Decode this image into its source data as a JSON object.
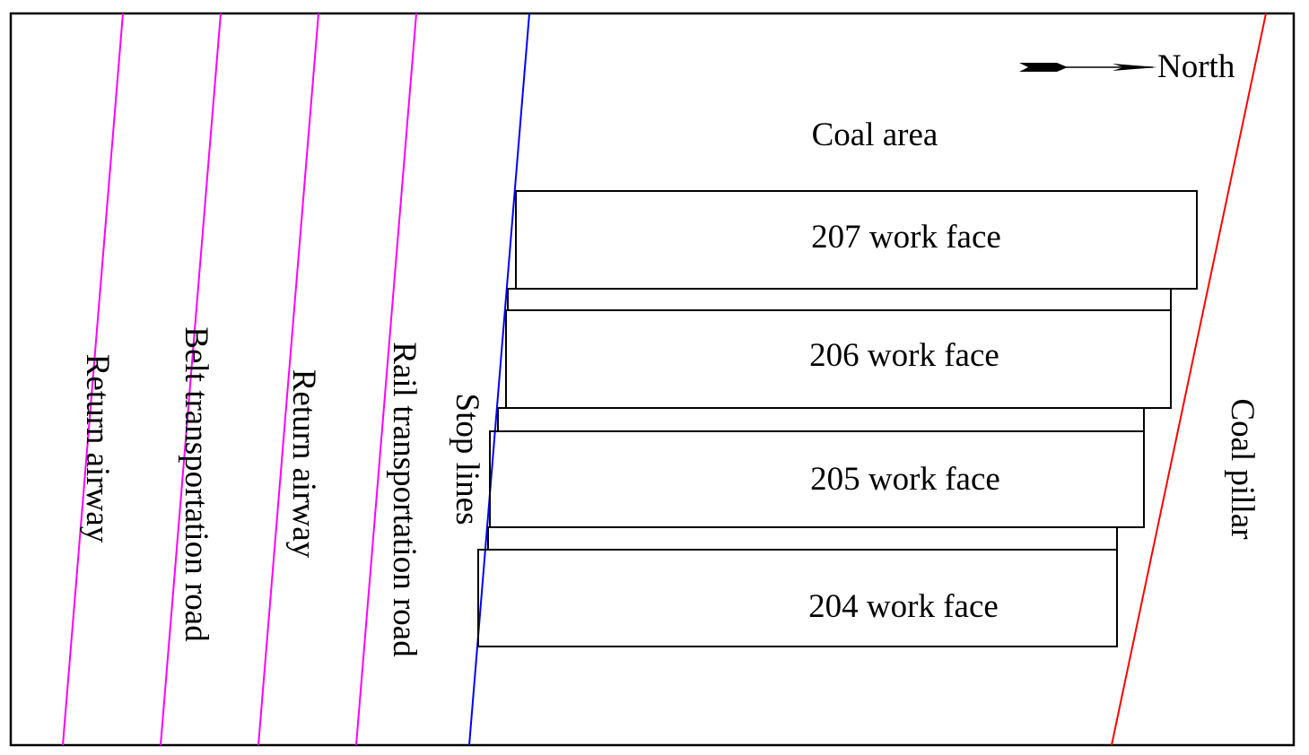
{
  "north_label": "North",
  "coal_area_label": "Coal area",
  "work_faces": [
    {
      "label": "207 work face"
    },
    {
      "label": "206 work face"
    },
    {
      "label": "205 work face"
    },
    {
      "label": "204 work face"
    }
  ],
  "roadways": [
    {
      "label": "Return airway",
      "color": "#ff00ff"
    },
    {
      "label": "Belt transportation road",
      "color": "#ff00ff"
    },
    {
      "label": "Return airway",
      "color": "#ff00ff"
    },
    {
      "label": "Rail transportation road",
      "color": "#ff00ff"
    }
  ],
  "stop_lines": {
    "label": "Stop lines",
    "color": "#0000ff"
  },
  "coal_pillar": {
    "label": "Coal pillar",
    "color": "#ff0000"
  },
  "colors": {
    "frame": "#000000",
    "background": "#ffffff"
  },
  "icons": {
    "north_arrow": "north-arrow-icon"
  }
}
